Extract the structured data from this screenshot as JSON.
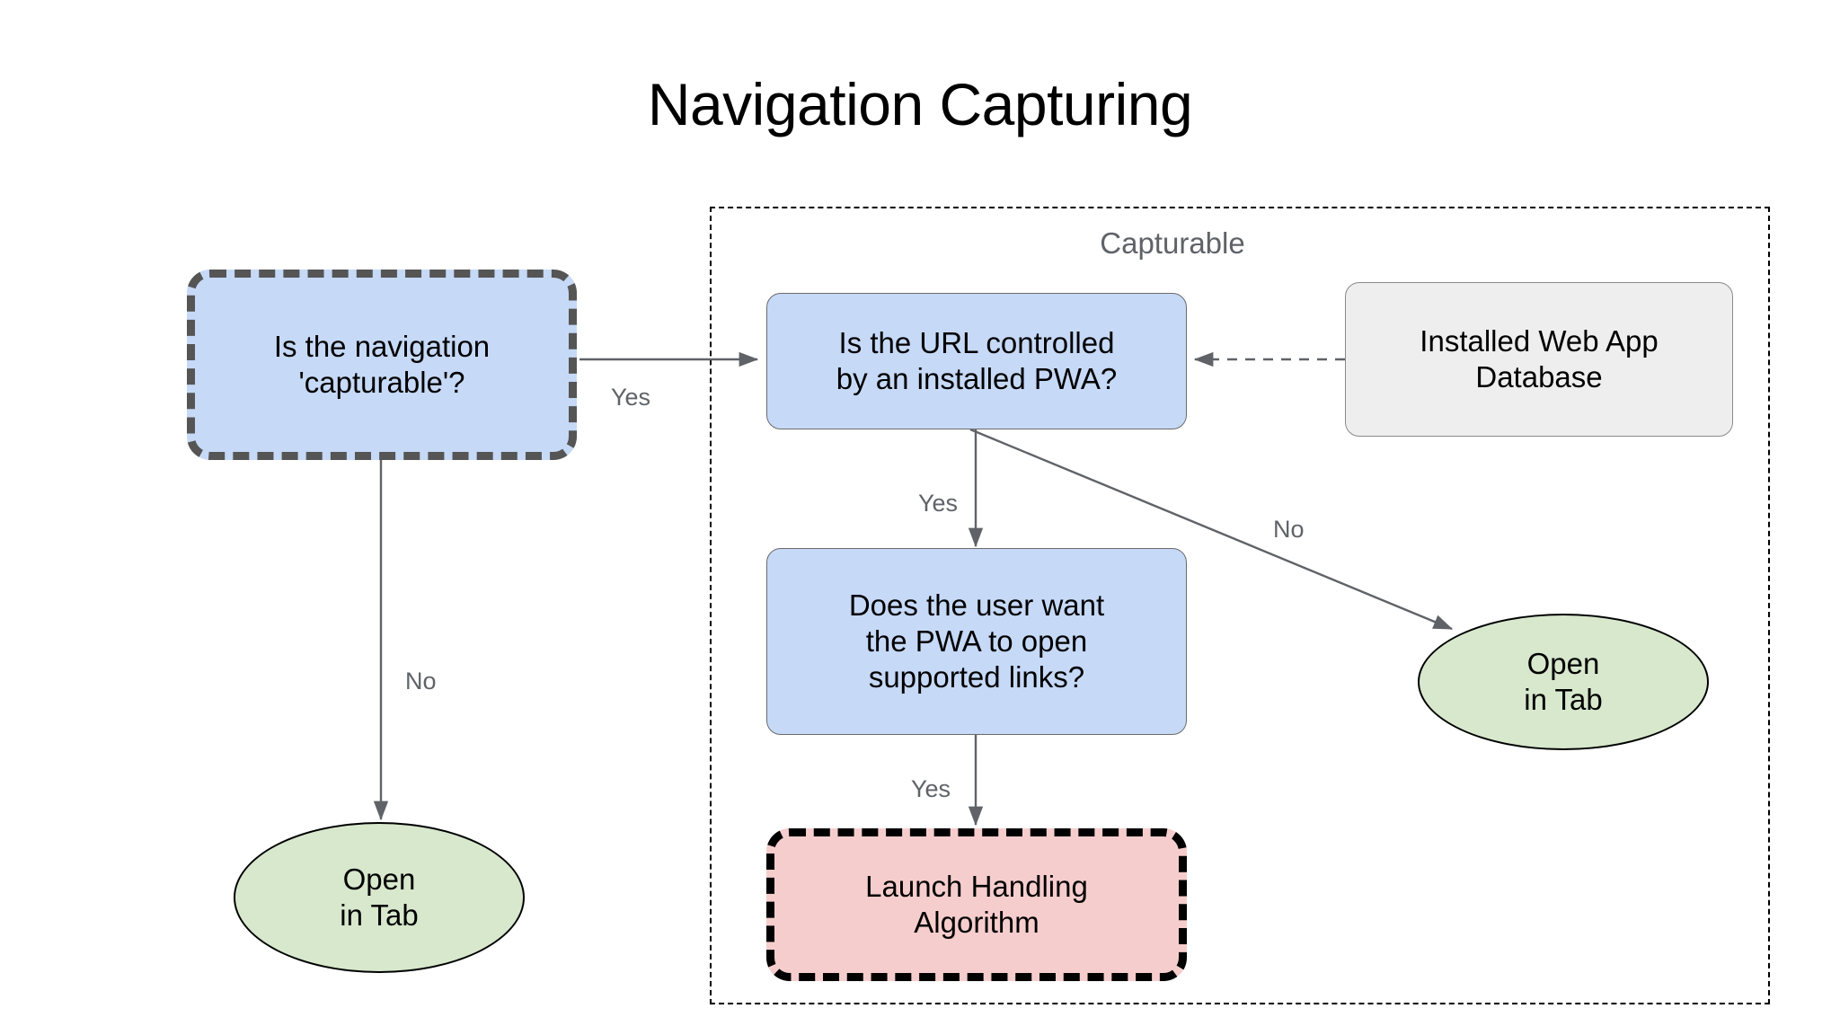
{
  "title": "Navigation Capturing",
  "group": {
    "label": "Capturable"
  },
  "nodes": {
    "is_capturable": "Is the navigation\n'capturable'?",
    "is_url_controlled": "Is the URL controlled\nby an installed PWA?",
    "installed_db": "Installed Web App\nDatabase",
    "user_wants_pwa": "Does the user want\nthe PWA to open\nsupported links?",
    "launch_handling": "Launch Handling\nAlgorithm",
    "open_in_tab_left": "Open\nin Tab",
    "open_in_tab_right": "Open\nin Tab"
  },
  "edge_labels": {
    "capturable_yes": "Yes",
    "capturable_no": "No",
    "url_yes": "Yes",
    "url_no": "No",
    "user_yes": "Yes"
  },
  "colors": {
    "node_blue_fill": "#c6d9f7",
    "node_gray_fill": "#eeeeee",
    "node_pink_fill": "#f6cdcd",
    "node_green_fill": "#d7e8cd",
    "dashed_border_gray": "#555555",
    "dashed_border_black": "#000000",
    "edge_stroke": "#5f6368",
    "label_text": "#5f6368",
    "title_text": "#000000",
    "background": "#ffffff"
  }
}
